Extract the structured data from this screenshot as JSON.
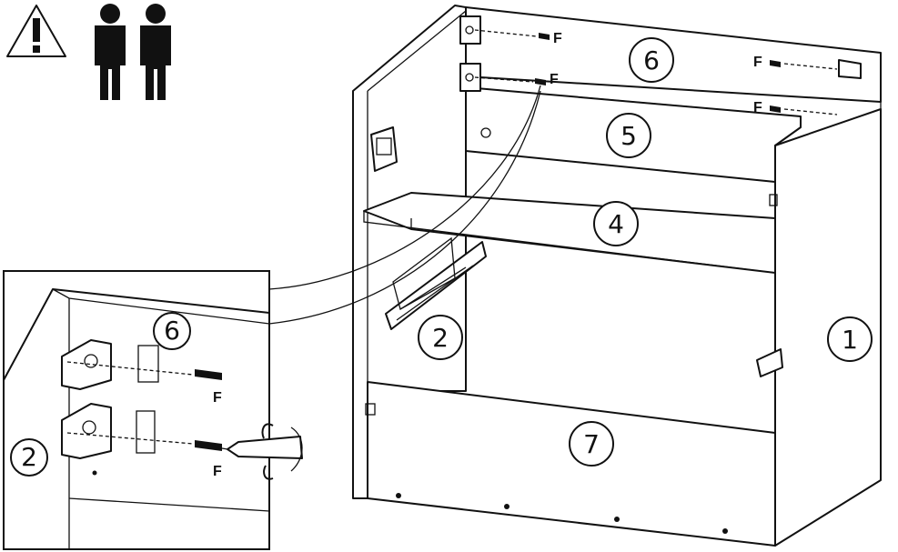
{
  "part_numbers": {
    "side_panel": "1",
    "drawer_slide": "2",
    "shelf": "4",
    "front_rail": "5",
    "back_panel": "6",
    "bottom_panel": "7",
    "detail_back_panel": "6",
    "detail_slide": "2"
  },
  "fastener_label": "F",
  "header_icons": [
    "warning-icon",
    "two-persons-icon"
  ]
}
